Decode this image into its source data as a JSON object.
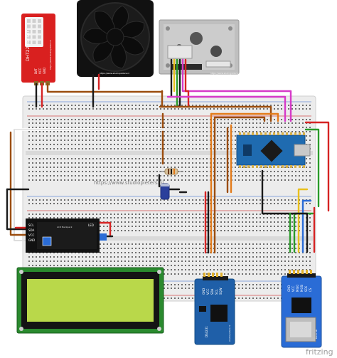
{
  "watermark": "https://www.studiopieters.nl",
  "brand": "fritzing",
  "dht": {
    "label": "DHT22 Sensor",
    "url": "https://www.studiopieters.nl",
    "pins": [
      "DAT",
      "VCC",
      "GND"
    ]
  },
  "fan": {
    "url": "https://www.studiopieters.nl"
  },
  "dust": {
    "url": "https://www.studiopieters.nl"
  },
  "lcd_i2c": {
    "pins": [
      "SCL",
      "SDA",
      "VCC",
      "GND"
    ],
    "led_label": "LED",
    "board_text": "LCD Backpack"
  },
  "rtc": {
    "pins": [
      "GND",
      "VCC",
      "SDA",
      "SCL",
      "SQW"
    ],
    "name": "DS3231",
    "brand": "studiopieters.nl"
  },
  "sd": {
    "pins": [
      "GND",
      "VCC",
      "MISO",
      "MOSI",
      "SCK",
      "CS"
    ],
    "label": "Micro SD"
  },
  "colors": {
    "wire_red": "#d62424",
    "wire_black": "#1a1a1a",
    "wire_brown": "#9b4d0e",
    "wire_orange": "#e37b1a",
    "wire_magenta": "#d63ac8",
    "wire_green": "#2a9b2a",
    "wire_yellow": "#e8c01e",
    "wire_blue": "#2a6cd6",
    "nano_blue": "#1f6bb0",
    "lcd_green": "#b9d84a",
    "dht_red": "#d9201f"
  }
}
